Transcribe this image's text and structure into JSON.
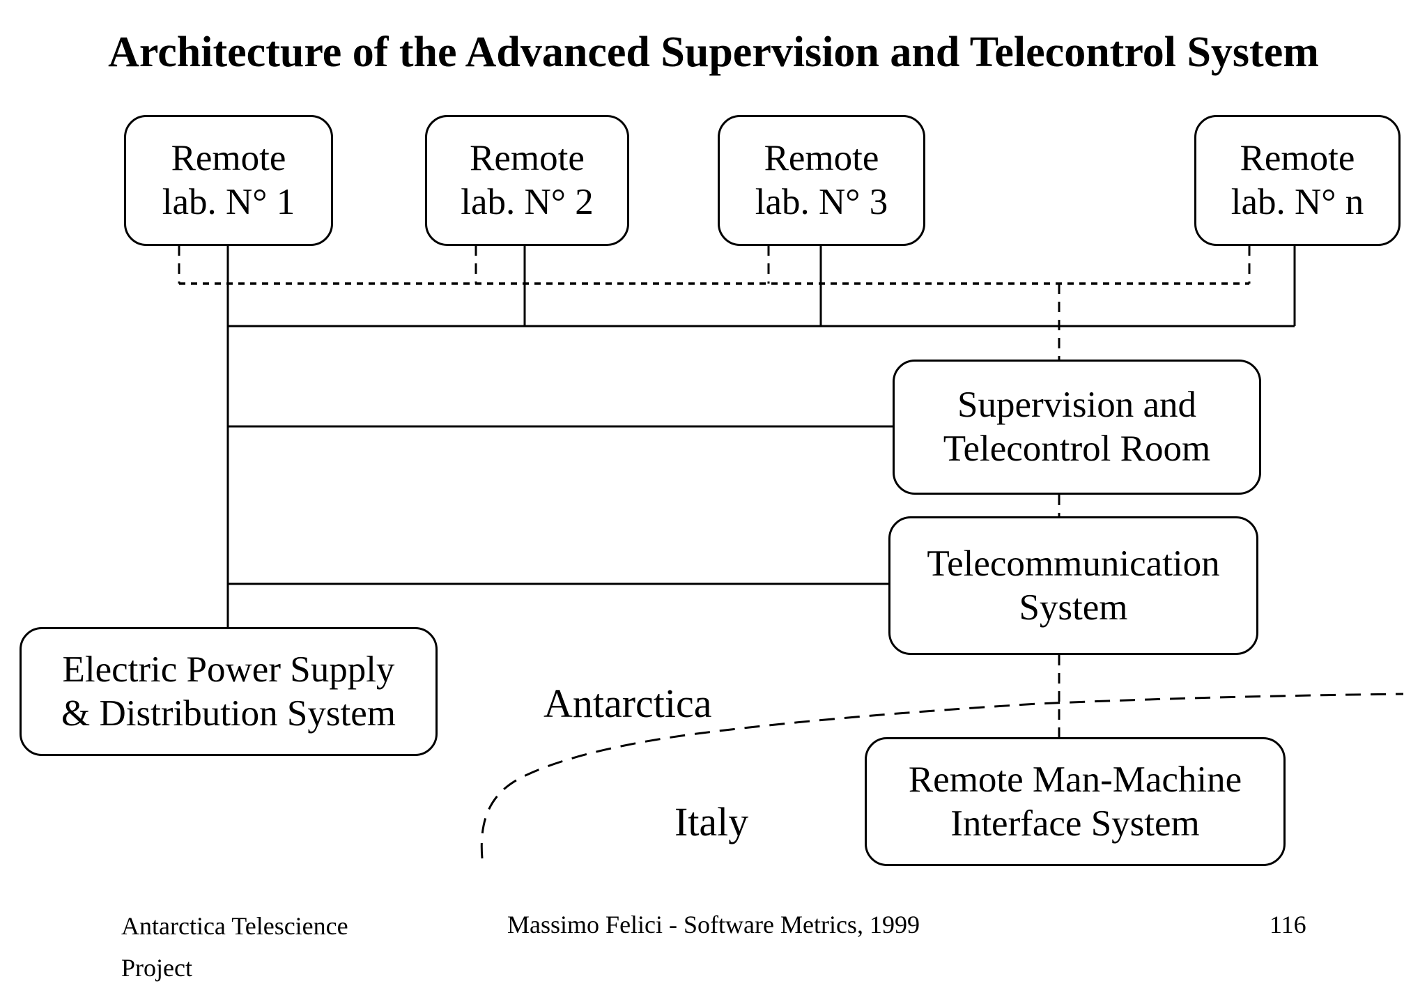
{
  "title": "Architecture of the Advanced Supervision and Telecontrol System",
  "nodes": {
    "remote_lab_1": "Remote\nlab. N° 1",
    "remote_lab_2": "Remote\nlab. N° 2",
    "remote_lab_3": "Remote\nlab. N° 3",
    "remote_lab_n": "Remote\nlab. N° n",
    "supervision_room": "Supervision and\nTelecontrol Room",
    "telecom_system": "Telecommunication\nSystem",
    "electric_power": "Electric Power Supply\n& Distribution System",
    "remote_mmi": "Remote Man-Machine\nInterface System"
  },
  "regions": {
    "antarctica": "Antarctica",
    "italy": "Italy"
  },
  "connections": [
    {
      "from": "remote-labs-1-2-3-n",
      "to": "supervision-telecontrol-room",
      "style": "dashed-bus"
    },
    {
      "from": "remote-labs-1-2-3-n",
      "to": "remote-labs-1-2-3-n",
      "style": "solid-bus"
    },
    {
      "from": "remote-lab-1-riser",
      "to": "supervision-telecontrol-room",
      "style": "solid"
    },
    {
      "from": "remote-lab-1-riser",
      "to": "telecommunication-system",
      "style": "solid"
    },
    {
      "from": "remote-lab-1-riser",
      "to": "electric-power-supply-distribution-system",
      "style": "solid"
    },
    {
      "from": "supervision-telecontrol-room",
      "to": "telecommunication-system",
      "style": "dashed"
    },
    {
      "from": "telecommunication-system",
      "to": "remote-man-machine-interface-system",
      "style": "dashed"
    },
    {
      "from": "antarctica",
      "to": "italy",
      "style": "dashed-boundary-curve"
    }
  ],
  "footer": {
    "left": "Antarctica Telescience\nProject",
    "center": "Massimo Felici - Software Metrics, 1999",
    "page": "116"
  },
  "colors": {
    "ink": "#000000",
    "background": "#ffffff"
  }
}
